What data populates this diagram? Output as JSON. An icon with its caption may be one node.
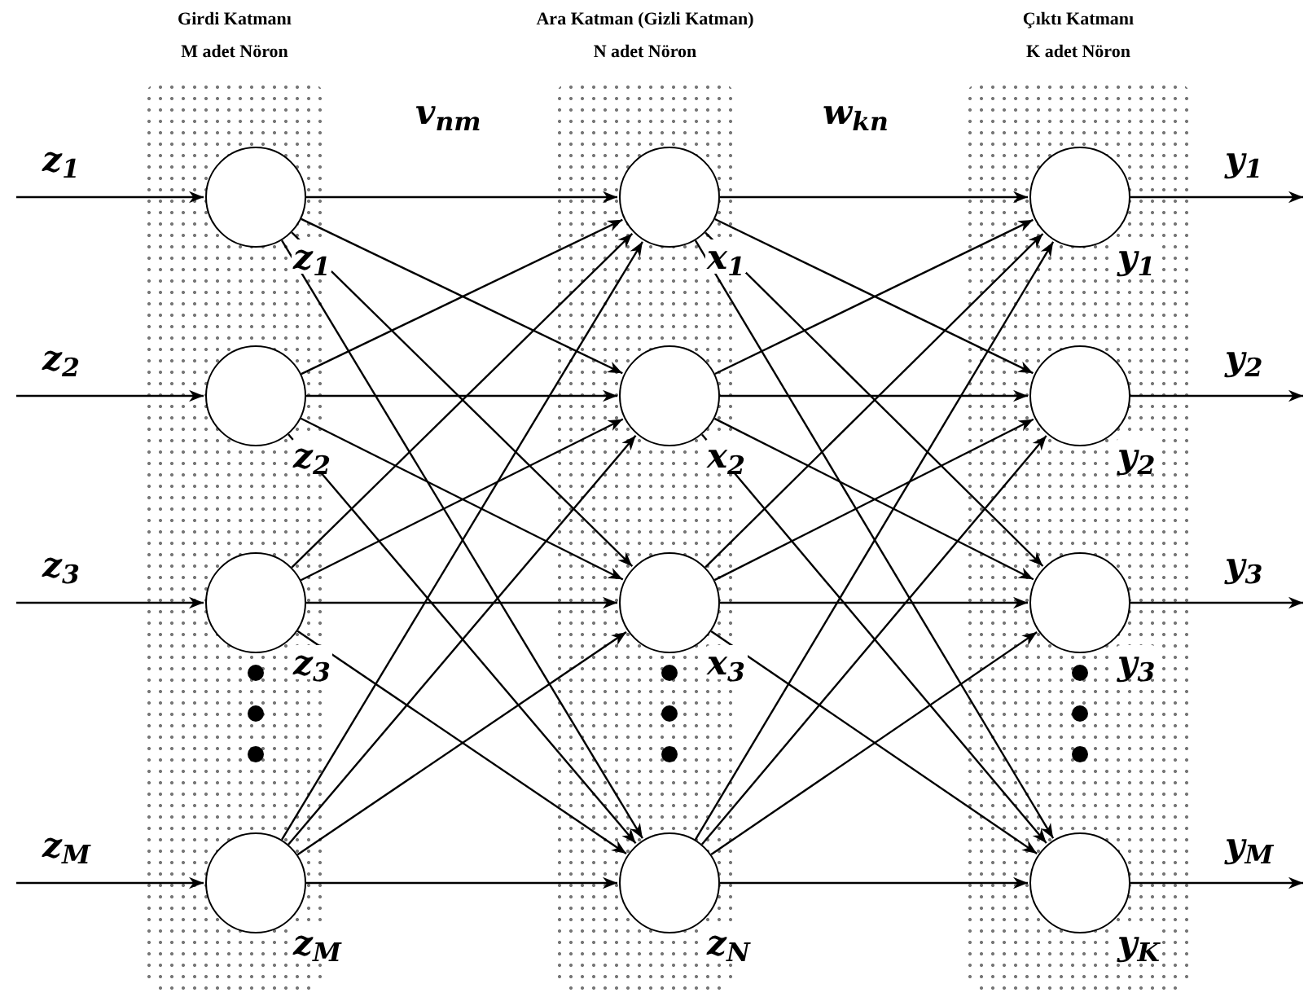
{
  "diagram": {
    "nodes": [
      {
        "text": [
          "Girdi Katmanı",
          "M adet Nöron"
        ]
      },
      {
        "text": [
          "Ara Katman (Gizli Katman)",
          "N adet Nöron"
        ]
      },
      {
        "text": [
          "Çıktı Katmanı",
          "K adet Nöron"
        ]
      },
      {
        "text": [],
        "shape": "circle",
        "in": 0,
        "beside": [
          "z$_{1}$"
        ]
      },
      {
        "text": [],
        "shape": "circle",
        "in": 0,
        "beside": [
          "z$_{2}$"
        ]
      },
      {
        "text": [],
        "shape": "circle",
        "in": 0,
        "beside": [
          "z$_{3}$"
        ]
      },
      {
        "text": [],
        "shape": "circle",
        "in": 0,
        "beside": [
          "z$_{M}$"
        ]
      },
      {
        "text": [],
        "shape": "circle",
        "in": 1,
        "beside": [
          "x$_{1}$"
        ]
      },
      {
        "text": [],
        "shape": "circle",
        "in": 1,
        "beside": [
          "x$_{2}$"
        ]
      },
      {
        "text": [],
        "shape": "circle",
        "in": 1,
        "beside": [
          "x$_{3}$"
        ]
      },
      {
        "text": [],
        "shape": "circle",
        "in": 1,
        "beside": [
          "z$_{N}$"
        ]
      },
      {
        "text": [],
        "shape": "circle",
        "in": 2,
        "beside": [
          "y$_{1}$"
        ]
      },
      {
        "text": [],
        "shape": "circle",
        "in": 2,
        "beside": [
          "y$_{2}$"
        ]
      },
      {
        "text": [],
        "shape": "circle",
        "in": 2,
        "beside": [
          "y$_{3}$"
        ]
      },
      {
        "text": [],
        "shape": "circle",
        "in": 2,
        "beside": [
          "y$_{K}$"
        ]
      }
    ],
    "edges": [
      {
        "from": null,
        "to": 3,
        "arrow": "to",
        "label": "z$_{1}$"
      },
      {
        "from": null,
        "to": 4,
        "arrow": "to",
        "label": "z$_{2}$"
      },
      {
        "from": null,
        "to": 5,
        "arrow": "to",
        "label": "z$_{3}$"
      },
      {
        "from": null,
        "to": 6,
        "arrow": "to",
        "label": "z$_{M}$"
      },
      {
        "from": 3,
        "to": 7,
        "arrow": "to"
      },
      {
        "from": 3,
        "to": 8,
        "arrow": "to"
      },
      {
        "from": 3,
        "to": 9,
        "arrow": "to"
      },
      {
        "from": 3,
        "to": 10,
        "arrow": "to"
      },
      {
        "from": 4,
        "to": 7,
        "arrow": "to"
      },
      {
        "from": 4,
        "to": 8,
        "arrow": "to"
      },
      {
        "from": 4,
        "to": 9,
        "arrow": "to"
      },
      {
        "from": 4,
        "to": 10,
        "arrow": "to"
      },
      {
        "from": 5,
        "to": 7,
        "arrow": "to"
      },
      {
        "from": 5,
        "to": 8,
        "arrow": "to"
      },
      {
        "from": 5,
        "to": 9,
        "arrow": "to"
      },
      {
        "from": 5,
        "to": 10,
        "arrow": "to"
      },
      {
        "from": 6,
        "to": 7,
        "arrow": "to"
      },
      {
        "from": 6,
        "to": 8,
        "arrow": "to"
      },
      {
        "from": 6,
        "to": 9,
        "arrow": "to"
      },
      {
        "from": 6,
        "to": 10,
        "arrow": "to"
      },
      {
        "from": 7,
        "to": 11,
        "arrow": "to"
      },
      {
        "from": 7,
        "to": 12,
        "arrow": "to"
      },
      {
        "from": 7,
        "to": 13,
        "arrow": "to"
      },
      {
        "from": 7,
        "to": 14,
        "arrow": "to"
      },
      {
        "from": 8,
        "to": 11,
        "arrow": "to"
      },
      {
        "from": 8,
        "to": 12,
        "arrow": "to"
      },
      {
        "from": 8,
        "to": 13,
        "arrow": "to"
      },
      {
        "from": 8,
        "to": 14,
        "arrow": "to"
      },
      {
        "from": 9,
        "to": 11,
        "arrow": "to"
      },
      {
        "from": 9,
        "to": 12,
        "arrow": "to"
      },
      {
        "from": 9,
        "to": 13,
        "arrow": "to"
      },
      {
        "from": 9,
        "to": 14,
        "arrow": "to"
      },
      {
        "from": 10,
        "to": 11,
        "arrow": "to"
      },
      {
        "from": 10,
        "to": 12,
        "arrow": "to"
      },
      {
        "from": 10,
        "to": 13,
        "arrow": "to"
      },
      {
        "from": 10,
        "to": 14,
        "arrow": "to"
      },
      {
        "from": 11,
        "to": null,
        "arrow": "to",
        "label": "y$_{1}$"
      },
      {
        "from": 12,
        "to": null,
        "arrow": "to",
        "label": "y$_{2}$"
      },
      {
        "from": 13,
        "to": null,
        "arrow": "to",
        "label": "y$_{3}$"
      },
      {
        "from": 14,
        "to": null,
        "arrow": "to",
        "label": "y$_{M}$"
      }
    ],
    "labels": [
      "v$_{nm}$",
      "w$_{kn}$"
    ]
  }
}
